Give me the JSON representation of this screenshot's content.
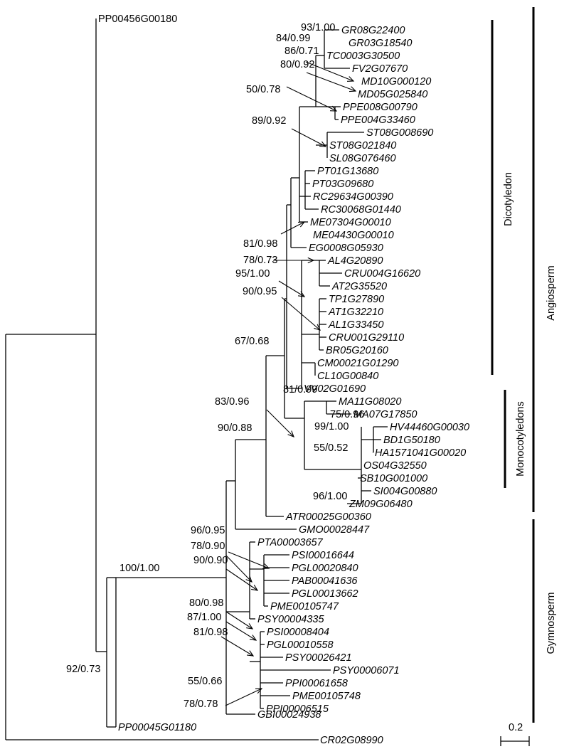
{
  "leaves": [
    {
      "id": "l_pp456",
      "name": "PP00456G00180"
    },
    {
      "id": "l_gr08",
      "name": "GR08G22400"
    },
    {
      "id": "l_gr03",
      "name": "GR03G18540"
    },
    {
      "id": "l_tc",
      "name": "TC0003G30500"
    },
    {
      "id": "l_fv2",
      "name": "FV2G07670"
    },
    {
      "id": "l_md10",
      "name": "MD10G000120"
    },
    {
      "id": "l_md05",
      "name": "MD05G025840"
    },
    {
      "id": "l_ppe008",
      "name": "PPE008G00790"
    },
    {
      "id": "l_ppe004",
      "name": "PPE004G33460"
    },
    {
      "id": "l_st08a",
      "name": "ST08G008690"
    },
    {
      "id": "l_st08b",
      "name": "ST08G021840"
    },
    {
      "id": "l_sl08",
      "name": "SL08G076460"
    },
    {
      "id": "l_pt01",
      "name": "PT01G13680"
    },
    {
      "id": "l_pt03",
      "name": "PT03G09680"
    },
    {
      "id": "l_rc29",
      "name": "RC29634G00390"
    },
    {
      "id": "l_rc30",
      "name": "RC30068G01440"
    },
    {
      "id": "l_me07",
      "name": "ME07304G00010"
    },
    {
      "id": "l_me04",
      "name": "ME04430G00010"
    },
    {
      "id": "l_eg",
      "name": "EG0008G05930"
    },
    {
      "id": "l_al4",
      "name": "AL4G20890"
    },
    {
      "id": "l_cru004",
      "name": "CRU004G16620"
    },
    {
      "id": "l_at2",
      "name": "AT2G35520"
    },
    {
      "id": "l_tp1",
      "name": "TP1G27890"
    },
    {
      "id": "l_at1",
      "name": "AT1G32210"
    },
    {
      "id": "l_al1",
      "name": "AL1G33450"
    },
    {
      "id": "l_cru001",
      "name": "CRU001G29110"
    },
    {
      "id": "l_br05",
      "name": "BR05G20160"
    },
    {
      "id": "l_cm",
      "name": "CM00021G01290"
    },
    {
      "id": "l_cl10",
      "name": "CL10G00840"
    },
    {
      "id": "l_vv02",
      "name": "VV02G01690"
    },
    {
      "id": "l_ma11",
      "name": "MA11G08020"
    },
    {
      "id": "l_ma07",
      "name": "MA07G17850"
    },
    {
      "id": "l_hv",
      "name": "HV44460G00030"
    },
    {
      "id": "l_bd1",
      "name": "BD1G50180"
    },
    {
      "id": "l_ha",
      "name": "HA1571041G00020"
    },
    {
      "id": "l_os04",
      "name": "OS04G32550"
    },
    {
      "id": "l_sb10",
      "name": "SB10G001000"
    },
    {
      "id": "l_si004",
      "name": "SI004G00880"
    },
    {
      "id": "l_zm09",
      "name": "ZM09G06480"
    },
    {
      "id": "l_atr",
      "name": "ATR00025G00360"
    },
    {
      "id": "l_gmo",
      "name": "GMO00028447"
    },
    {
      "id": "l_pta",
      "name": "PTA00003657"
    },
    {
      "id": "l_psi016",
      "name": "PSI00016644"
    },
    {
      "id": "l_pgl020",
      "name": "PGL00020840"
    },
    {
      "id": "l_pab",
      "name": "PAB00041636"
    },
    {
      "id": "l_pgl013",
      "name": "PGL00013662"
    },
    {
      "id": "l_pme747",
      "name": "PME00105747"
    },
    {
      "id": "l_psy4335",
      "name": "PSY00004335"
    },
    {
      "id": "l_psi008",
      "name": "PSI00008404"
    },
    {
      "id": "l_pgl010",
      "name": "PGL00010558"
    },
    {
      "id": "l_psy26",
      "name": "PSY00026421"
    },
    {
      "id": "l_psy6071",
      "name": "PSY00006071"
    },
    {
      "id": "l_ppi61",
      "name": "PPI00061658"
    },
    {
      "id": "l_pme748",
      "name": "PME00105748"
    },
    {
      "id": "l_ppi6515",
      "name": "PPI00006515"
    },
    {
      "id": "l_gbi",
      "name": "GBI00024938"
    },
    {
      "id": "l_pp045",
      "name": "PP00045G01180"
    },
    {
      "id": "l_cr02",
      "name": "CR02G08990"
    }
  ],
  "support_labels": [
    {
      "id": "s_93",
      "text": "93/1.00"
    },
    {
      "id": "s_84",
      "text": "84/0.99"
    },
    {
      "id": "s_86",
      "text": "86/0.71"
    },
    {
      "id": "s_80a",
      "text": "80/0.92"
    },
    {
      "id": "s_50",
      "text": "50/0.78"
    },
    {
      "id": "s_89",
      "text": "89/0.92"
    },
    {
      "id": "s_81a",
      "text": "81/0.98"
    },
    {
      "id": "s_78a",
      "text": "78/0.73"
    },
    {
      "id": "s_95",
      "text": "95/1.00"
    },
    {
      "id": "s_90a",
      "text": "90/0.95"
    },
    {
      "id": "s_67",
      "text": "67/0.68"
    },
    {
      "id": "s_81b",
      "text": "81/0.99"
    },
    {
      "id": "s_83",
      "text": "83/0.96"
    },
    {
      "id": "s_75",
      "text": "75/0.96"
    },
    {
      "id": "s_99",
      "text": "99/1.00"
    },
    {
      "id": "s_55a",
      "text": "55/0.52"
    },
    {
      "id": "s_90b",
      "text": "90/0.88"
    },
    {
      "id": "s_96a",
      "text": "96/1.00"
    },
    {
      "id": "s_96b",
      "text": "96/0.95"
    },
    {
      "id": "s_78b",
      "text": "78/0.90"
    },
    {
      "id": "s_90c",
      "text": "90/0.90"
    },
    {
      "id": "s_100",
      "text": "100/1.00"
    },
    {
      "id": "s_80b",
      "text": "80/0.98"
    },
    {
      "id": "s_87",
      "text": "87/1.00"
    },
    {
      "id": "s_81c",
      "text": "81/0.98"
    },
    {
      "id": "s_55b",
      "text": "55/0.66"
    },
    {
      "id": "s_78c",
      "text": "78/0.78"
    },
    {
      "id": "s_92",
      "text": "92/0.73"
    }
  ],
  "clade_labels": {
    "dicotyledon": "Dicotyledon",
    "monocotyledons": "Monocotyledons",
    "angiosperm": "Angiosperm",
    "gymnosperm": "Gymnosperm"
  },
  "scale_label": "0.2"
}
